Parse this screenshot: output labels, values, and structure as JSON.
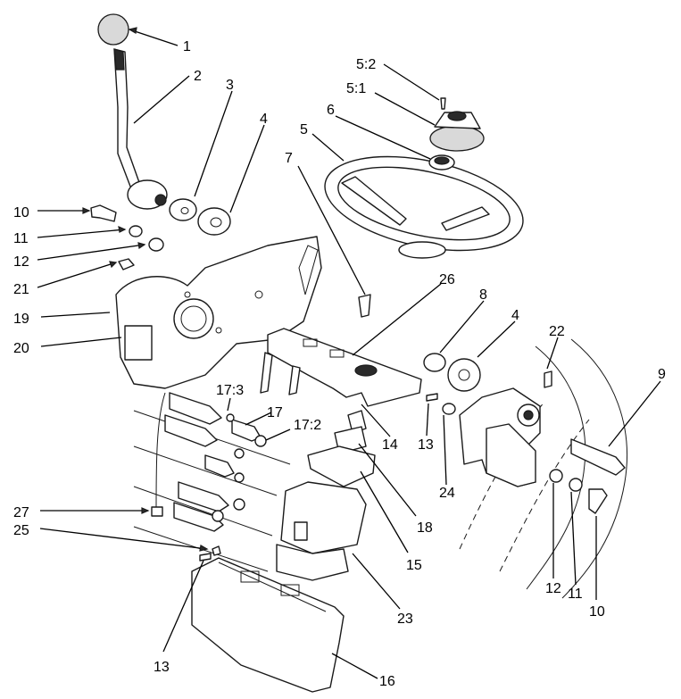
{
  "callouts": [
    {
      "id": "c1",
      "text": "1"
    },
    {
      "id": "c2",
      "text": "2"
    },
    {
      "id": "c3",
      "text": "3"
    },
    {
      "id": "c4a",
      "text": "4"
    },
    {
      "id": "c52",
      "text": "5:2"
    },
    {
      "id": "c51",
      "text": "5:1"
    },
    {
      "id": "c6",
      "text": "6"
    },
    {
      "id": "c5",
      "text": "5"
    },
    {
      "id": "c7",
      "text": "7"
    },
    {
      "id": "c10a",
      "text": "10"
    },
    {
      "id": "c11a",
      "text": "11"
    },
    {
      "id": "c12a",
      "text": "12"
    },
    {
      "id": "c21",
      "text": "21"
    },
    {
      "id": "c19",
      "text": "19"
    },
    {
      "id": "c20",
      "text": "20"
    },
    {
      "id": "c26",
      "text": "26"
    },
    {
      "id": "c8",
      "text": "8"
    },
    {
      "id": "c4b",
      "text": "4"
    },
    {
      "id": "c22",
      "text": "22"
    },
    {
      "id": "c9",
      "text": "9"
    },
    {
      "id": "c173",
      "text": "17:3"
    },
    {
      "id": "c17",
      "text": "17"
    },
    {
      "id": "c172",
      "text": "17:2"
    },
    {
      "id": "c14",
      "text": "14"
    },
    {
      "id": "c13a",
      "text": "13"
    },
    {
      "id": "c24",
      "text": "24"
    },
    {
      "id": "c18",
      "text": "18"
    },
    {
      "id": "c15",
      "text": "15"
    },
    {
      "id": "c27",
      "text": "27"
    },
    {
      "id": "c25",
      "text": "25"
    },
    {
      "id": "c12b",
      "text": "12"
    },
    {
      "id": "c11b",
      "text": "11"
    },
    {
      "id": "c10b",
      "text": "10"
    },
    {
      "id": "c23",
      "text": "23"
    },
    {
      "id": "c13b",
      "text": "13"
    },
    {
      "id": "c16",
      "text": "16"
    }
  ]
}
